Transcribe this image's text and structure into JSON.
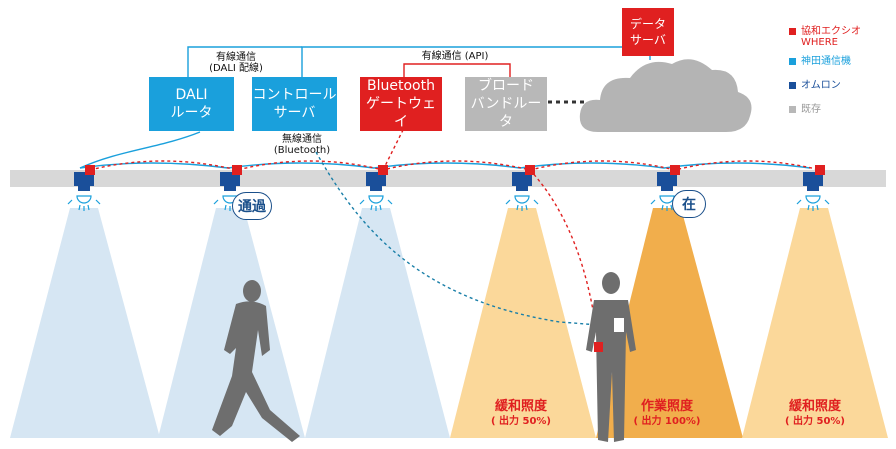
{
  "boxes": {
    "dali_router": {
      "line1": "DALI",
      "line2": "ルータ"
    },
    "control_server": {
      "line1": "コントロール",
      "line2": "サーバ"
    },
    "bluetooth_gateway": {
      "line1": "Bluetooth",
      "line2": "ゲートウェイ"
    },
    "broadband_router": {
      "line1": "ブロード",
      "line2": "バンドルータ"
    },
    "data_server": {
      "line1": "データ",
      "line2": "サーバ"
    }
  },
  "links": {
    "wired_dali": {
      "line1": "有線通信",
      "line2": "(DALI 配線)"
    },
    "wired_api": {
      "line1": "有線通信 (API)"
    },
    "wireless_bluetooth": {
      "line1": "無線通信",
      "line2": "(Bluetooth)"
    }
  },
  "badges": {
    "passing": "通過",
    "present": "在"
  },
  "zones": [
    {
      "title": "緩和照度",
      "sub": "( 出力 50%)"
    },
    {
      "title": "作業照度",
      "sub": "( 出力 100%)"
    },
    {
      "title": "緩和照度",
      "sub": "( 出力 50%)"
    }
  ],
  "legend": [
    {
      "label": "協和エクシオ\nWHERE",
      "color": "#e02020"
    },
    {
      "label": "神田通信機",
      "color": "#1aa0dc"
    },
    {
      "label": "オムロン",
      "color": "#1a4f9a"
    },
    {
      "label": "既存",
      "color": "#b8b8b8"
    }
  ],
  "colors": {
    "kyowa_red": "#e02020",
    "kanda_cyan": "#1aa0dc",
    "omron_navy": "#1a4f9a",
    "existing_gray": "#b8b8b8",
    "cone_blue": "#d6e6f3",
    "cone_pale_orange": "#fbd89a",
    "cone_orange": "#f1ae4c"
  }
}
